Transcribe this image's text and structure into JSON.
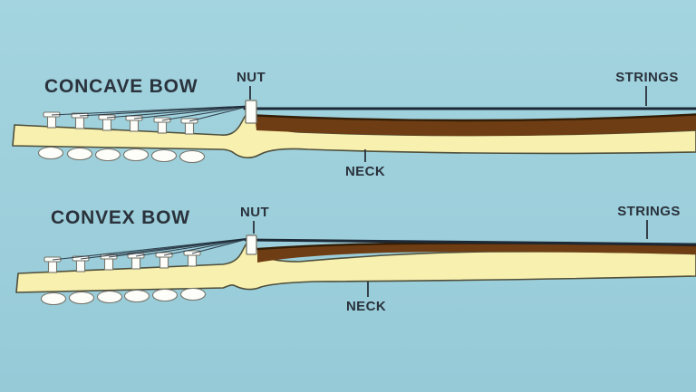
{
  "colors": {
    "bg": "#9ccfdb",
    "bg_top": "#a3d4df",
    "bg_bottom": "#96cad7",
    "ink": "#2a323c",
    "neck": "#f8f0ae",
    "outline": "#4e4e3b",
    "fretboard": "#6f3d13",
    "fretboard_edge": "#321d06",
    "string": "#1d2936",
    "hardware": "#fdfdfa",
    "hardware_stroke": "#75756b"
  },
  "diagrams": [
    {
      "title": "CONCAVE BOW",
      "nut_label": "NUT",
      "strings_label": "STRINGS",
      "neck_label": "NECK"
    },
    {
      "title": "CONVEX BOW",
      "nut_label": "NUT",
      "strings_label": "STRINGS",
      "neck_label": "NECK"
    }
  ]
}
